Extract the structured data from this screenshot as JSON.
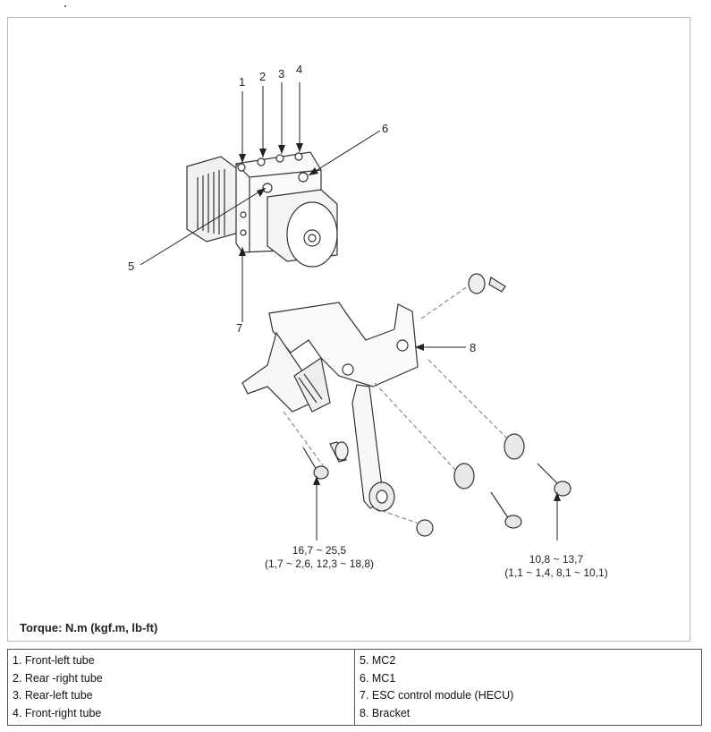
{
  "diagram": {
    "callouts": {
      "n1": "1",
      "n2": "2",
      "n3": "3",
      "n4": "4",
      "n5": "5",
      "n6": "6",
      "n7": "7",
      "n8": "8"
    },
    "torque_bolt_left": {
      "line1": "16,7 ~ 25,5",
      "line2": "(1,7 ~ 2,6, 12,3 ~ 18,8)"
    },
    "torque_bolt_right": {
      "line1": "10,8 ~ 13,7",
      "line2": "(1,1 ~ 1,4, 8,1 ~ 10,1)"
    },
    "caption": "Torque: N.m (kgf.m, lb-ft)"
  },
  "legend": {
    "left": [
      "1. Front-left tube",
      "2. Rear -right tube",
      "3. Rear-left tube",
      "4. Front-right tube"
    ],
    "right": [
      "5. MC2",
      "6. MC1",
      "7. ESC control module (HECU)",
      "8. Bracket"
    ]
  }
}
